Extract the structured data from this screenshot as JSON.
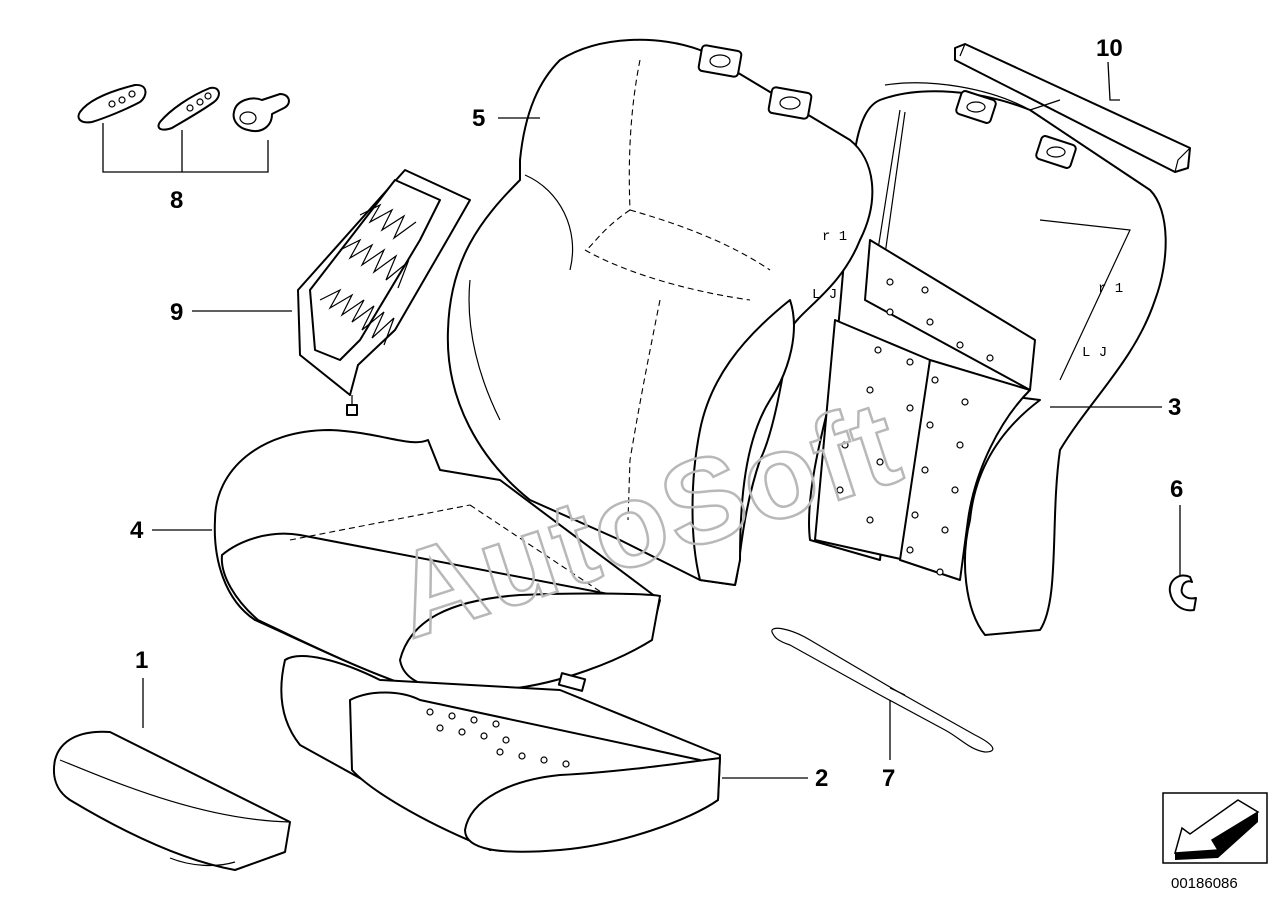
{
  "diagram": {
    "callouts": [
      {
        "id": "1",
        "label": "1"
      },
      {
        "id": "2",
        "label": "2"
      },
      {
        "id": "3",
        "label": "3"
      },
      {
        "id": "4",
        "label": "4"
      },
      {
        "id": "5",
        "label": "5"
      },
      {
        "id": "6",
        "label": "6"
      },
      {
        "id": "7",
        "label": "7"
      },
      {
        "id": "8",
        "label": "8"
      },
      {
        "id": "9",
        "label": "9"
      },
      {
        "id": "10",
        "label": "10"
      }
    ],
    "watermark": "AutoSoft",
    "document_number": "00186086",
    "line_color": "#000000",
    "watermark_color": "#b8b8b8",
    "background": "#ffffff"
  }
}
